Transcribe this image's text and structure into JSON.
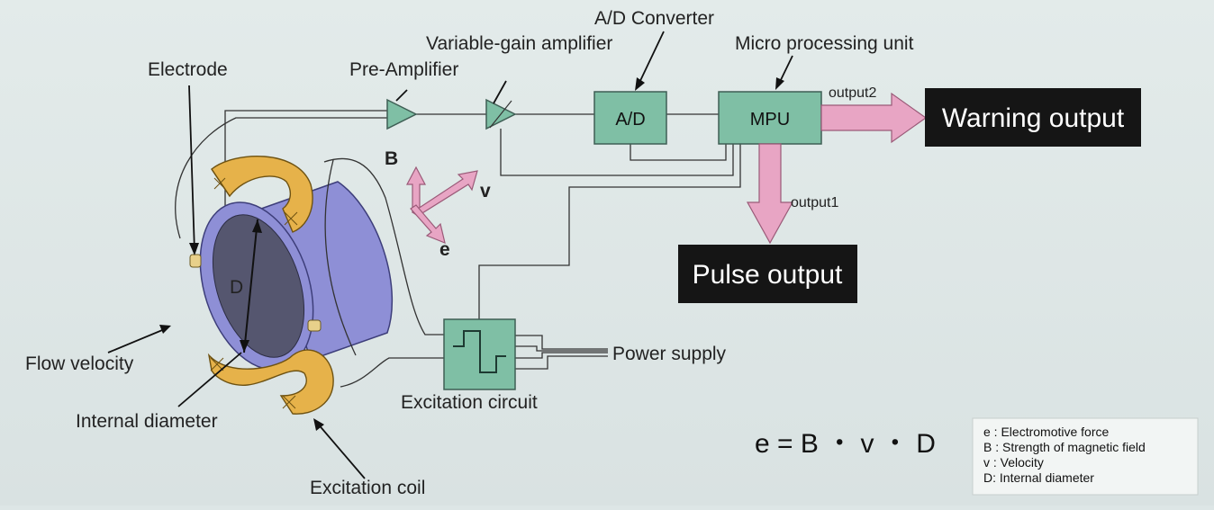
{
  "labels": {
    "electrode": "Electrode",
    "pre_amplifier": "Pre-Amplifier",
    "variable_gain_amplifier": "Variable-gain amplifier",
    "ad_converter": "A/D Converter",
    "micro_processing_unit": "Micro processing unit",
    "flow_velocity": "Flow velocity",
    "internal_diameter": "Internal diameter",
    "excitation_coil": "Excitation coil",
    "excitation_circuit": "Excitation circuit",
    "power_supply": "Power supply",
    "output1": "output1",
    "output2": "output2",
    "d_symbol": "D",
    "b_vector": "B",
    "v_vector": "v",
    "e_vector": "e"
  },
  "blocks": {
    "ad": "A/D",
    "mpu": "MPU"
  },
  "outputs": {
    "warning": "Warning output",
    "pulse": "Pulse output"
  },
  "formula": "e = B ・ v ・ D",
  "legend": [
    "e : Electromotive force",
    "B : Strength of magnetic field",
    "v : Velocity",
    "D: Internal diameter"
  ],
  "colors": {
    "block_fill": "#7fbfa5",
    "pipe": "#8e8fd6",
    "coil": "#e6b24a",
    "output_arrow": "#e8a5c4",
    "output_box": "#151515"
  }
}
